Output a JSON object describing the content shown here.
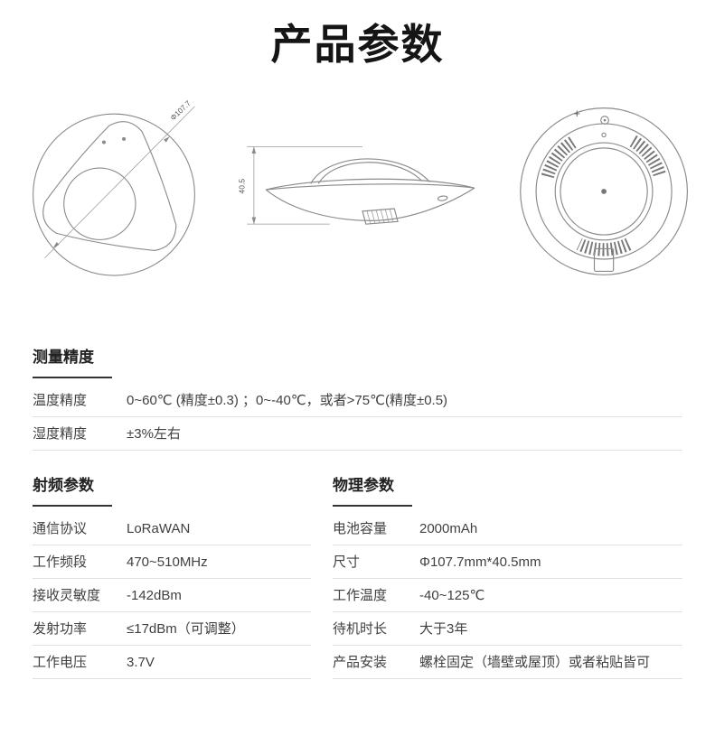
{
  "page": {
    "title": "产品参数"
  },
  "drawings": {
    "top_view": {
      "dim_label": "Φ107.7"
    },
    "side_view": {
      "height_label": "40.5"
    },
    "bottom_view": {
      "plus_label": "+"
    }
  },
  "accuracy": {
    "heading": "测量精度",
    "rows": [
      {
        "label": "温度精度",
        "value": "0~60℃ (精度±0.3) ；0~-40℃，或者>75℃(精度±0.5)"
      },
      {
        "label": "湿度精度",
        "value": "±3%左右"
      }
    ]
  },
  "rf": {
    "heading": "射频参数",
    "rows": [
      {
        "label": "通信协议",
        "value": "LoRaWAN"
      },
      {
        "label": "工作频段",
        "value": "470~510MHz"
      },
      {
        "label": "接收灵敏度",
        "value": "-142dBm"
      },
      {
        "label": "发射功率",
        "value": "≤17dBm（可调整）"
      },
      {
        "label": "工作电压",
        "value": "3.7V"
      }
    ]
  },
  "physical": {
    "heading": "物理参数",
    "rows": [
      {
        "label": "电池容量",
        "value": "2000mAh"
      },
      {
        "label": "尺寸",
        "value": "Φ107.7mm*40.5mm"
      },
      {
        "label": "工作温度",
        "value": "-40~125℃"
      },
      {
        "label": "待机时长",
        "value": "大于3年"
      },
      {
        "label": "产品安装",
        "value": "螺栓固定（墙壁或屋顶）或者粘贴皆可"
      }
    ]
  }
}
